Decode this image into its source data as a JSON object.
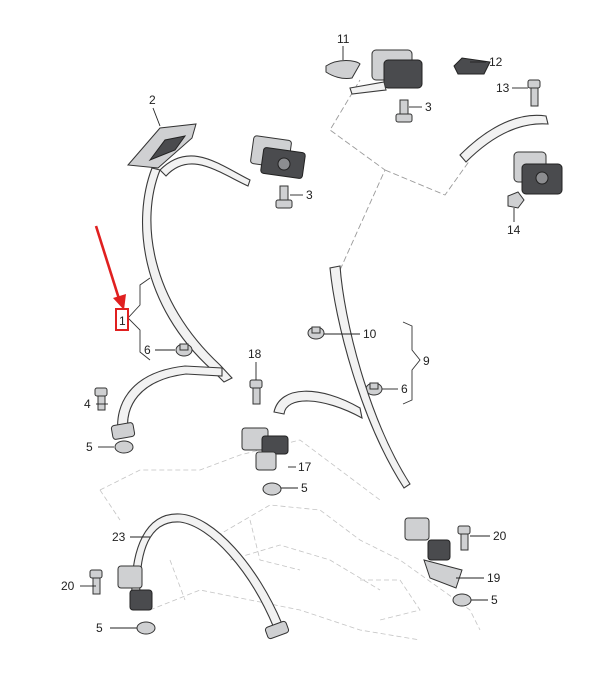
{
  "diagram": {
    "callouts": [
      {
        "id": "c1",
        "text": "1"
      },
      {
        "id": "c2",
        "text": "2"
      },
      {
        "id": "c3a",
        "text": "3"
      },
      {
        "id": "c3b",
        "text": "3"
      },
      {
        "id": "c4",
        "text": "4"
      },
      {
        "id": "c5a",
        "text": "5"
      },
      {
        "id": "c5b",
        "text": "5"
      },
      {
        "id": "c5c",
        "text": "5"
      },
      {
        "id": "c5d",
        "text": "5"
      },
      {
        "id": "c6a",
        "text": "6"
      },
      {
        "id": "c6b",
        "text": "6"
      },
      {
        "id": "c9",
        "text": "9"
      },
      {
        "id": "c10",
        "text": "10"
      },
      {
        "id": "c11",
        "text": "11"
      },
      {
        "id": "c12",
        "text": "12"
      },
      {
        "id": "c13",
        "text": "13"
      },
      {
        "id": "c14",
        "text": "14"
      },
      {
        "id": "c17",
        "text": "17"
      },
      {
        "id": "c18",
        "text": "18"
      },
      {
        "id": "c19",
        "text": "19"
      },
      {
        "id": "c20a",
        "text": "20"
      },
      {
        "id": "c20b",
        "text": "20"
      },
      {
        "id": "c23",
        "text": "23"
      }
    ],
    "highlight_color": "#e02020"
  }
}
